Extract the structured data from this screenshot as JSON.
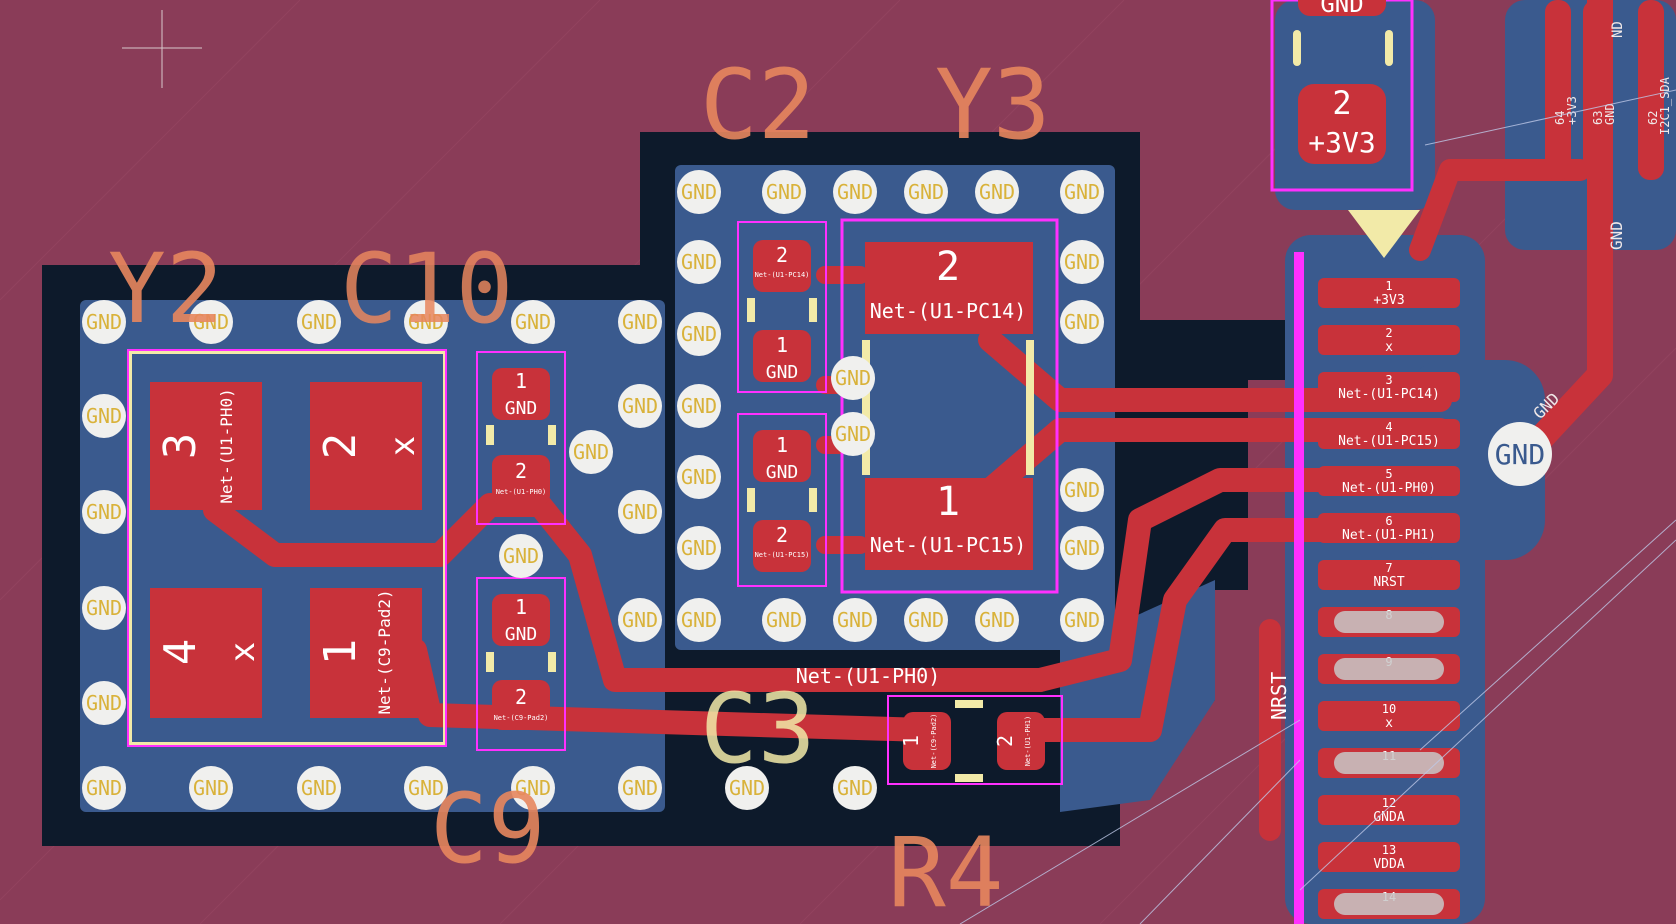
{
  "colors": {
    "board": "#8a3c58",
    "copper_fill": "#3a5a8e",
    "copper_track": "#c8323a",
    "keepout": "#0d1a2b",
    "silk_ref": "#e8875e",
    "silk_fab": "#f2eaa8",
    "courtyard": "#ff30ff",
    "via": "#f0f0ee",
    "via_text": "#d9b23a"
  },
  "ref_designators": {
    "c2": "C2",
    "y3": "Y3",
    "y2": "Y2",
    "c10": "C10",
    "c9": "C9",
    "c3": "C3",
    "r4": "R4"
  },
  "nets": {
    "gnd": "GND",
    "pv3v3": "+3V3",
    "x": "x",
    "nrst": "NRST",
    "u1_pc14": "Net-(U1-PC14)",
    "u1_pc15": "Net-(U1-PC15)",
    "u1_ph0": "Net-(U1-PH0)",
    "u1_ph1": "Net-(U1-PH1)",
    "c9_pad2": "Net-(C9-Pad2)",
    "c9_pad2_short": "Net-(C9-Pad2)"
  },
  "pad_numbers": {
    "p1": "1",
    "p2": "2",
    "p3": "3",
    "p4": "4"
  },
  "header_pins": [
    {
      "num": "1",
      "net": "+3V3"
    },
    {
      "num": "2",
      "net": "x"
    },
    {
      "num": "3",
      "net": "Net-(U1-PC14)"
    },
    {
      "num": "4",
      "net": "Net-(U1-PC15)"
    },
    {
      "num": "5",
      "net": "Net-(U1-PH0)"
    },
    {
      "num": "6",
      "net": "Net-(U1-PH1)"
    },
    {
      "num": "7",
      "net": "NRST"
    },
    {
      "num": "8",
      "net": ""
    },
    {
      "num": "9",
      "net": ""
    },
    {
      "num": "10",
      "net": "x"
    },
    {
      "num": "11",
      "net": ""
    },
    {
      "num": "12",
      "net": "GNDA"
    },
    {
      "num": "13",
      "net": "VDDA"
    },
    {
      "num": "14",
      "net": ""
    }
  ],
  "top_pins": [
    {
      "num": "64",
      "net": "+3V3"
    },
    {
      "num": "63",
      "net": "GND"
    },
    {
      "num": "62",
      "net": "I2C1_SDA"
    }
  ],
  "misc_labels": {
    "nd": "ND",
    "gnd_track": "GND",
    "gnd_track2": "GND"
  }
}
